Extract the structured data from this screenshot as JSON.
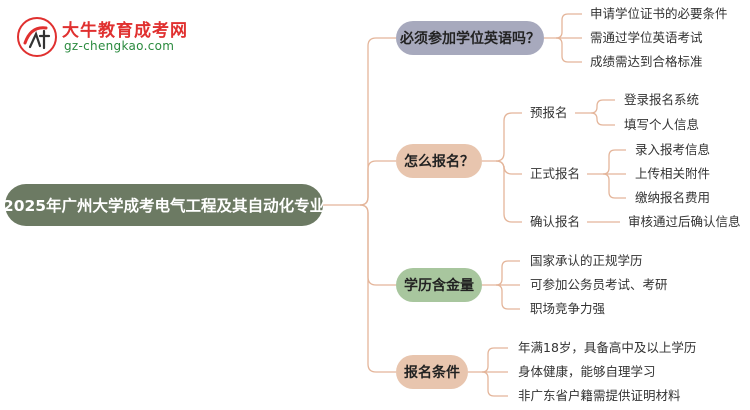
{
  "logo": {
    "name": "大牛教育成考网",
    "url": "gz-chengkao.com",
    "mark_text": "大牛"
  },
  "mindmap": {
    "root": "2025年广州大学成考电气工程及其自动化专业",
    "branches": [
      {
        "label": "必须参加学位英语吗？",
        "children": [
          {
            "label": "申请学位证书的必要条件"
          },
          {
            "label": "需通过学位英语考试"
          },
          {
            "label": "成绩需达到合格标准"
          }
        ]
      },
      {
        "label": "怎么报名？",
        "children": [
          {
            "label": "预报名",
            "children": [
              "登录报名系统",
              "填写个人信息"
            ]
          },
          {
            "label": "正式报名",
            "children": [
              "录入报考信息",
              "上传相关附件",
              "缴纳报名费用"
            ]
          },
          {
            "label": "确认报名",
            "children": [
              "审核通过后确认信息"
            ]
          }
        ]
      },
      {
        "label": "学历含金量",
        "children": [
          {
            "label": "国家承认的正规学历"
          },
          {
            "label": "可参加公务员考试、考研"
          },
          {
            "label": "职场竞争力强"
          }
        ]
      },
      {
        "label": "报名条件",
        "children": [
          {
            "label": "年满18岁，具备高中及以上学历"
          },
          {
            "label": "身体健康，能够自理学习"
          },
          {
            "label": "非广东省户籍需提供证明材料"
          }
        ]
      }
    ]
  },
  "colors": {
    "root_bg": "#6c7a63",
    "branch_english": "#a7a9bd",
    "branch_register": "#e8c5ae",
    "branch_value": "#a8c69e",
    "branch_conditions": "#e8c5ae",
    "connector": "#e4b59a",
    "logo_red": "#e0302f",
    "logo_green": "#2a8a3e"
  }
}
